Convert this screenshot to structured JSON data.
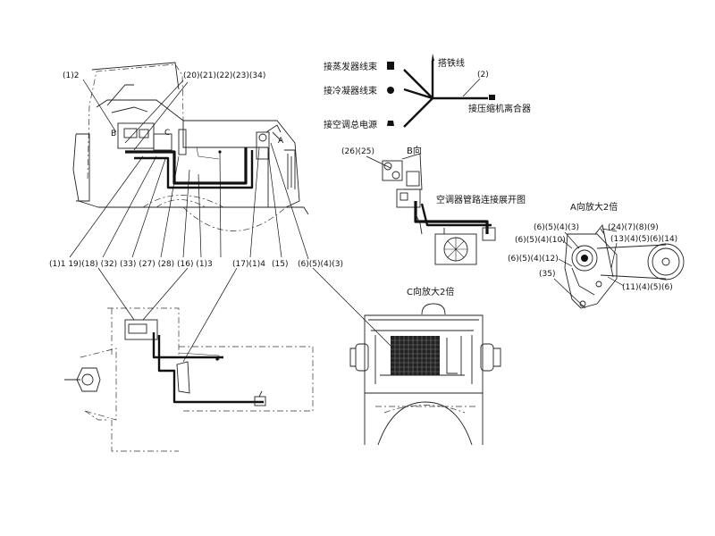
{
  "labels": {
    "l_1_2": "(1)2",
    "l_20_34": "(20)(21)(22)(23)(34)",
    "l_B": "B",
    "l_C": "C",
    "l_A": "A",
    "l_bottom_row": "(1)1 19)(18) (32) (33) (27) (28) (16) (1)3",
    "l_17_1_4": "(17)(1)4",
    "l_15": "(15)",
    "l_6543_top": "(6)(5)(4)(3)"
  },
  "wiring": {
    "evap_harness": "接蒸发器线束",
    "cond_harness": "接冷凝器线束",
    "ac_power": "接空调总电源",
    "ground_wire": "搭铁线",
    "part_2": "(2)",
    "compressor_clutch": "接压缩机离合器"
  },
  "view_b": {
    "parts": "(26)(25)",
    "title": "B向",
    "caption": "空调器管路连接展开图"
  },
  "view_a": {
    "title": "A向放大2倍",
    "l1": "(6)(5)(4)(3)",
    "l2": "(6)(5)(4)(10)",
    "l3": "(6)(5)(4)(12)",
    "l4": "(35)",
    "l5": "(24)(7)(8)(9)",
    "l6": "(13)(4)(5)(6)(14)",
    "l7": "(11)(4)(5)(6)"
  },
  "view_c": {
    "title": "C向放大2倍"
  }
}
